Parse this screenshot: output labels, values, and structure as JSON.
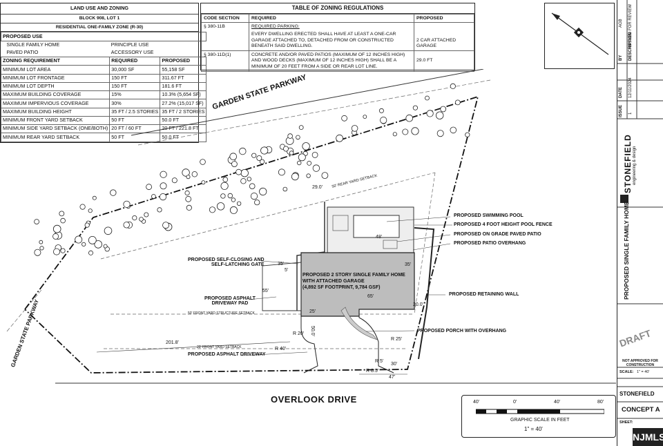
{
  "landuse": {
    "title": "LAND USE AND ZONING",
    "block": "BLOCK 908, LOT 1",
    "zone": "RESIDENTIAL ONE-FAMILY ZONE (R-30)",
    "proposed_use_label": "PROPOSED USE",
    "uses": [
      {
        "name": "SINGLE FAMILY HOME",
        "type": "PRINCIPLE USE"
      },
      {
        "name": "PAVED PATIO",
        "type": "ACCESSORY USE"
      }
    ],
    "headers": {
      "req": "ZONING REQUIREMENT",
      "required": "REQUIRED",
      "proposed": "PROPOSED"
    },
    "rows": [
      {
        "req": "MINIMUM LOT AREA",
        "required": "30,000 SF",
        "proposed": "55,158 SF"
      },
      {
        "req": "MINIMUM LOT FRONTAGE",
        "required": "150 FT",
        "proposed": "311.67 FT"
      },
      {
        "req": "MINIMUM LOT DEPTH",
        "required": "150 FT",
        "proposed": "181.6 FT"
      },
      {
        "req": "MAXIMUM BUILDING COVERAGE",
        "required": "15%",
        "proposed": "10.3% (5,654 SF)"
      },
      {
        "req": "MAXIMUM IMPERVIOUS COVERAGE",
        "required": "30%",
        "proposed": "27.2% (15,017 SF)"
      },
      {
        "req": "MAXIMUM BUILDING HEIGHT",
        "required": "35 FT / 2.5 STORIES",
        "proposed": "35 FT / 2 STORIES"
      },
      {
        "req": "MINIMUM FRONT YARD SETBACK",
        "required": "50 FT",
        "proposed": "50.0 FT"
      },
      {
        "req": "MINIMUM SIDE YARD SETBACK (ONE/BOTH)",
        "required": "20 FT / 60 FT",
        "proposed": "20 FT / 221.8 FT"
      },
      {
        "req": "MINIMUM REAR YARD SETBACK",
        "required": "50 FT",
        "proposed": "50.0 FT"
      }
    ]
  },
  "zoning": {
    "title": "TABLE OF ZONING REGULATIONS",
    "headers": {
      "code": "CODE SECTION",
      "required": "REQUIRED",
      "proposed": "PROPOSED"
    },
    "rows": [
      {
        "code": "§ 380-11B",
        "required_head": "REQUIRED PARKING:",
        "required": "EVERY DWELLING ERECTED SHALL HAVE AT LEAST A ONE-CAR GARAGE ATTACHED TO, DETACHED FROM OR CONSTRUCTED BENEATH SAID DWELLING.",
        "proposed": "2 CAR ATTACHED GARAGE"
      },
      {
        "code": "§ 380-11D(1)",
        "required_head": "",
        "required": "CONCRETE AND/OR PAVED PATIOS (MAXIMUM OF 12 INCHES HIGH) AND WOOD DECKS (MAXIMUM OF 12 INCHES HIGH) SHALL BE A MINIMUM OF 20 FEET FROM A SIDE OR REAR LOT LINE.",
        "proposed": "29.0 FT"
      }
    ]
  },
  "site": {
    "parkway_label": "GARDEN STATE PARKWAY",
    "parkway_left_label": "GARDEN STATE PARKWAY",
    "street_label": "OVERLOOK DRIVE",
    "house_label": "PROPOSED 2 STORY SINGLE FAMILY HOME WITH ATTACHED GARAGE",
    "house_area": "(4,892 SF FOOTPRINT, 9,784 GSF)",
    "rear_setback": "50' REAR YARD SETBACK",
    "front_setback": "50' FRONT YARD STRUCTURE SETBACK",
    "front_yard_setback": "20' FRONT YARD SETBACK",
    "dims": {
      "d1": "201.8'",
      "d2": "29.0'",
      "d3": "35'",
      "d4": "55'",
      "d5": "20.0'",
      "d6": "47'",
      "d7": "R 40'",
      "d8": "R 20'",
      "d9": "R 25'",
      "d10": "R 5'",
      "d11": "R 8.5'",
      "d12": "50.0'",
      "d13": "5'",
      "d14": "48'",
      "d15": "35'",
      "d16": "25'",
      "d17": "65'",
      "d18": "30'"
    }
  },
  "callouts": {
    "pool": "PROPOSED SWIMMING POOL",
    "fence": "PROPOSED 4 FOOT HEIGHT POOL FENCE",
    "patio": "PROPOSED ON GRADE PAVED PATIO",
    "overhang": "PROPOSED PATIO OVERHANG",
    "gate1": "PROPOSED SELF-CLOSING AND",
    "gate2": "SELF-LATCHING GATE",
    "pad1": "PROPOSED ASPHALT",
    "pad2": "DRIVEWAY PAD",
    "wall": "PROPOSED RETAINING WALL",
    "porch": "PROPOSED PORCH WITH OVERHANG",
    "driveway": "PROPOSED ASPHALT DRIVEWAY"
  },
  "scale": {
    "ticks": [
      "40'",
      "0'",
      "40'",
      "80'"
    ],
    "caption": "GRAPHIC SCALE IN FEET",
    "ratio": "1\" = 40'"
  },
  "titleblock": {
    "description_head": "DESCRIPTION",
    "date_head": "DATE",
    "issue_head": "ISSUE",
    "by_head": "BY",
    "issue": "1",
    "date": "12/11/2024",
    "by": "AGB",
    "description": "ISSUED FOR REVIEW",
    "company": "STONEFIELD",
    "company_sub": "engineering & design",
    "project": "PROPOSED SINGLE FAMILY HOME",
    "draft": "DRAFT",
    "not_approved": "NOT APPROVED FOR CONSTRUCTION",
    "scale_label": "SCALE:",
    "scale_value": "1\" = 40'",
    "concept": "CONCEPT A",
    "sheet": "SHEET:",
    "watermark": "NJMLS"
  }
}
